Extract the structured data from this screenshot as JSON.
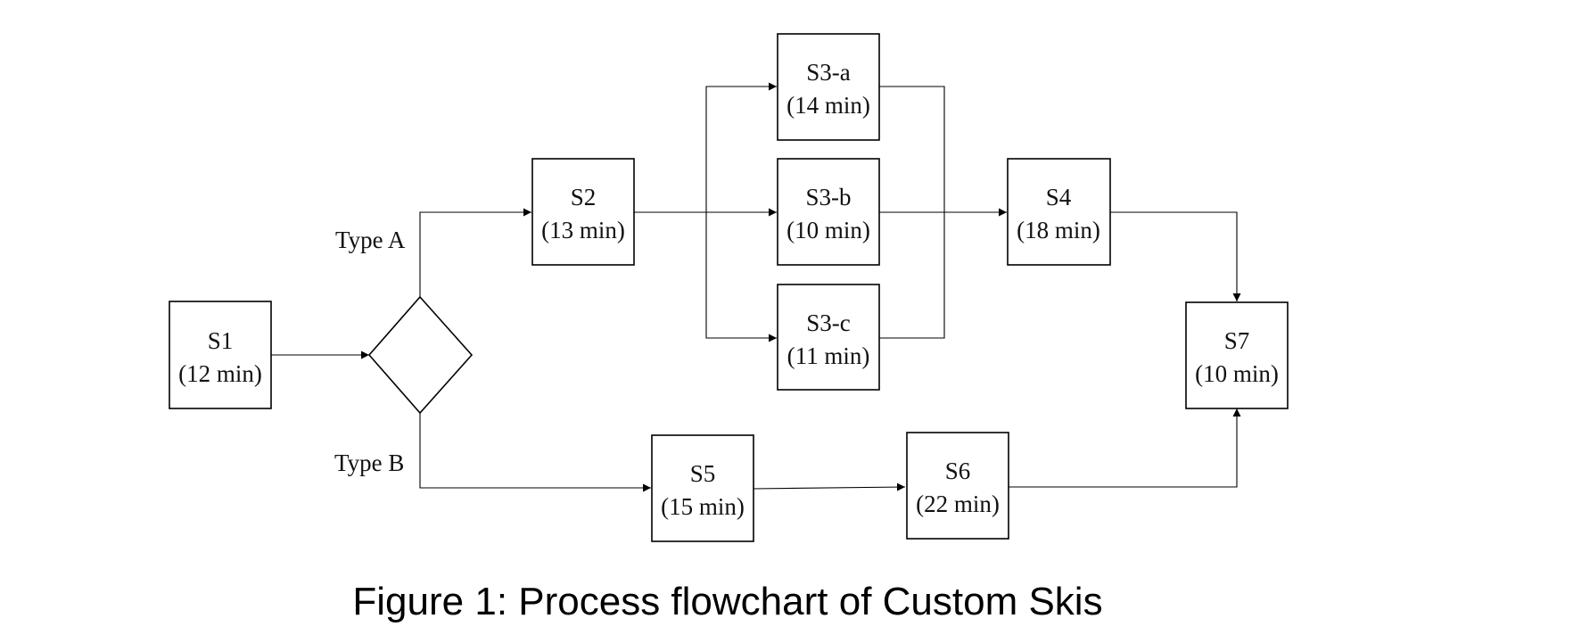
{
  "caption": "Figure 1: Process flowchart of Custom Skis",
  "branches": {
    "type_a": "Type A",
    "type_b": "Type B"
  },
  "nodes": {
    "s1": {
      "name": "S1",
      "time": "(12 min)"
    },
    "s2": {
      "name": "S2",
      "time": "(13 min)"
    },
    "s3a": {
      "name": "S3-a",
      "time": "(14 min)"
    },
    "s3b": {
      "name": "S3-b",
      "time": "(10 min)"
    },
    "s3c": {
      "name": "S3-c",
      "time": "(11 min)"
    },
    "s4": {
      "name": "S4",
      "time": "(18 min)"
    },
    "s5": {
      "name": "S5",
      "time": "(15 min)"
    },
    "s6": {
      "name": "S6",
      "time": "(22 min)"
    },
    "s7": {
      "name": "S7",
      "time": "(10 min)"
    }
  },
  "colors": {
    "stroke": "#000000",
    "background": "#ffffff"
  }
}
